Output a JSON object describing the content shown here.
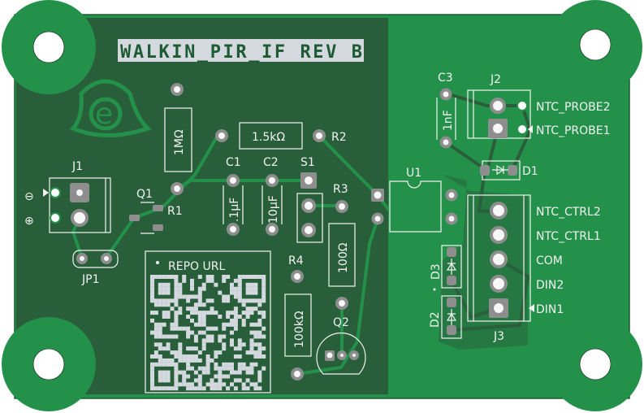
{
  "board": {
    "title": "WALKIN_PIR_IF REV B",
    "colors": {
      "copper": "#23914a",
      "pour": "#285f3a",
      "silk": "#f2f2f2",
      "title_bg": "#d3d9de",
      "pad": "#8e8e8e"
    },
    "qr_label": "REPO URL"
  },
  "components": {
    "R1": {
      "ref": "R1",
      "value": "1MΩ"
    },
    "R2": {
      "ref": "R2",
      "value": "1.5kΩ"
    },
    "R3": {
      "ref": "R3",
      "value": "100Ω"
    },
    "R4": {
      "ref": "R4",
      "value": "100kΩ"
    },
    "C1": {
      "ref": "C1",
      "value": ".1µF"
    },
    "C2": {
      "ref": "C2",
      "value": "10µF"
    },
    "C3": {
      "ref": "C3",
      "value": "1nF"
    },
    "S1": {
      "ref": "S1"
    },
    "Q1": {
      "ref": "Q1"
    },
    "Q2": {
      "ref": "Q2"
    },
    "U1": {
      "ref": "U1"
    },
    "J1": {
      "ref": "J1",
      "minus": "⊖",
      "plus": "⊕"
    },
    "J2": {
      "ref": "J2",
      "pins": [
        "NTC_PROBE2",
        "NTC_PROBE1"
      ]
    },
    "J3": {
      "ref": "J3",
      "pins": [
        "NTC_CTRL2",
        "NTC_CTRL1",
        "COM",
        "DIN2",
        "DIN1"
      ]
    },
    "D1": {
      "ref": "D1"
    },
    "D2": {
      "ref": "D2"
    },
    "D3": {
      "ref": "D3"
    },
    "JP1": {
      "ref": "JP1"
    }
  }
}
